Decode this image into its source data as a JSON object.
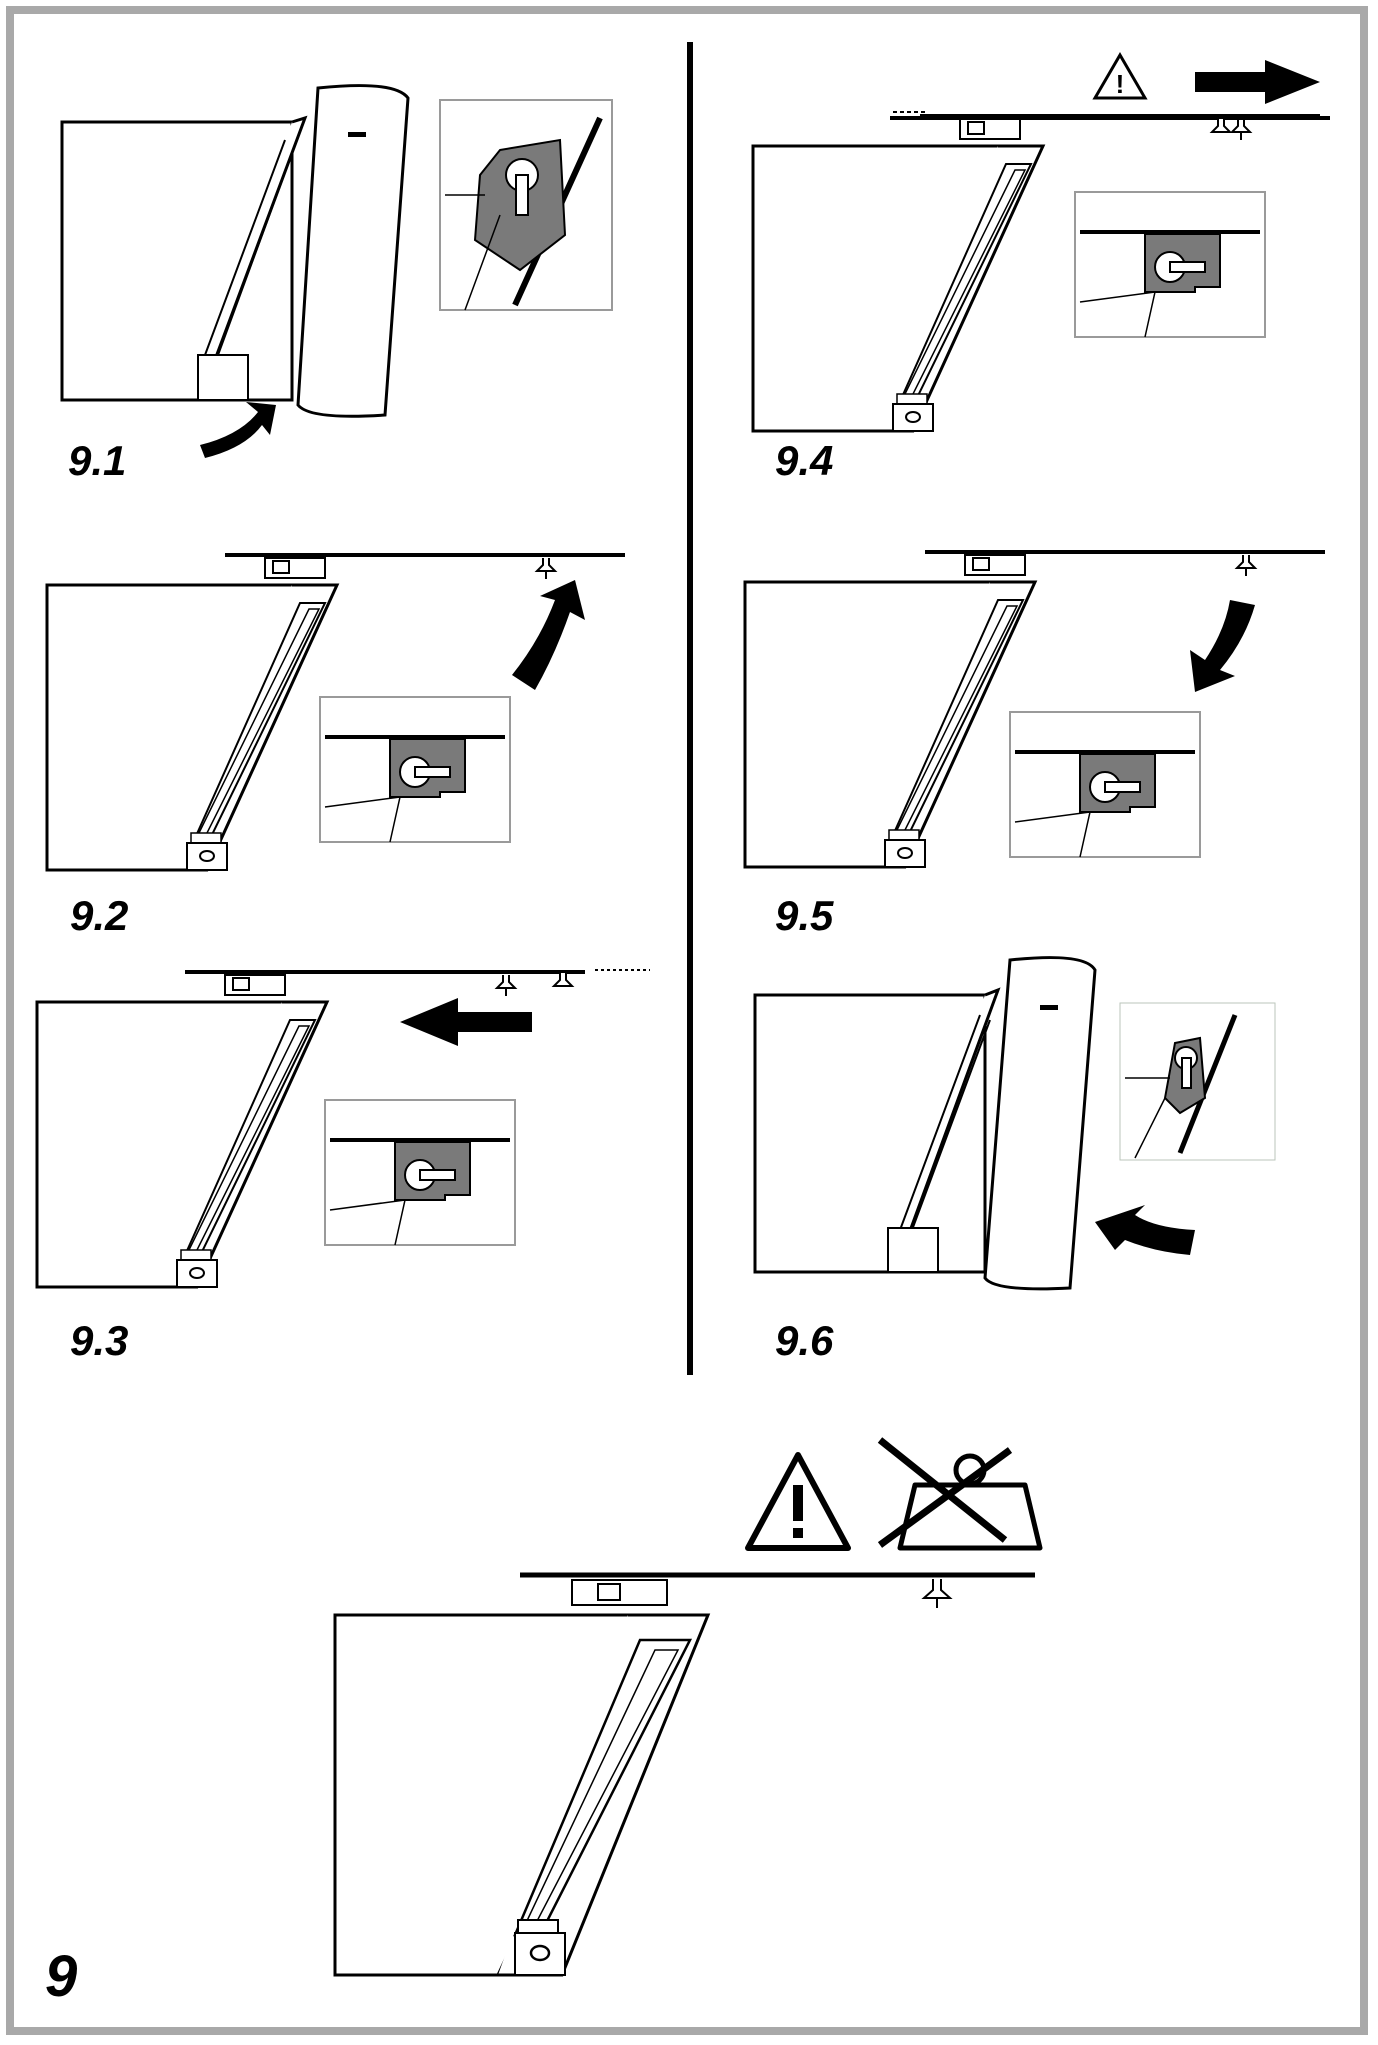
{
  "labels": {
    "step1": "9.1",
    "step2": "9.2",
    "step3": "9.3",
    "step4": "9.4",
    "step5": "9.5",
    "step6": "9.6",
    "figure": "9"
  },
  "colors": {
    "frame": "#a9a9a9",
    "line": "#000000",
    "bracket": "#7a7a7a",
    "detail_border": "#9a9a9a"
  },
  "icons": [
    "warning-triangle-icon",
    "arrow-right-icon",
    "no-hanging-weight-icon",
    "curved-arrow-icon",
    "arrow-left-icon"
  ]
}
